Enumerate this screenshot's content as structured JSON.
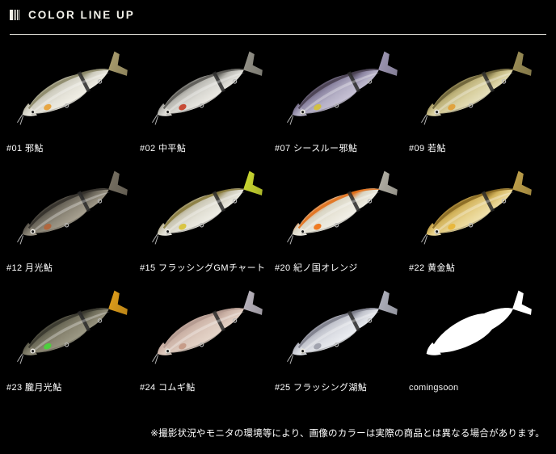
{
  "header": {
    "title": "COLOR LINE UP",
    "icon": "bars-icon",
    "divider_color": "#e9e8e0"
  },
  "background_color": "#000000",
  "products": [
    {
      "code": "#01",
      "label": "#01 邪鮎",
      "body_top": "#8d8a6a",
      "body_mid": "#cfcdc0",
      "body_low": "#e4e2d8",
      "belly": "#f1efe6",
      "tail": "#b0a372",
      "accent": "#e7a23a",
      "translucent": false
    },
    {
      "code": "#02",
      "label": "#02 中平鮎",
      "body_top": "#5b5a55",
      "body_mid": "#b9b8b2",
      "body_low": "#d9d8d2",
      "belly": "#eceae4",
      "tail": "#9a988e",
      "accent": "#c6452e",
      "translucent": false
    },
    {
      "code": "#07",
      "label": "#07 シースルー邪鮎",
      "body_top": "#4a4152",
      "body_mid": "#8c85a2",
      "body_low": "#b3aec4",
      "belly": "#c8c3d6",
      "tail": "#a39cba",
      "accent": "#d3c13c",
      "translucent": true
    },
    {
      "code": "#09",
      "label": "#09 若鮎",
      "body_top": "#6d6338",
      "body_mid": "#bdb179",
      "body_low": "#d8cf9f",
      "belly": "#e6e0bd",
      "tail": "#a2945a",
      "accent": "#e0a03a",
      "translucent": false
    },
    {
      "code": "#12",
      "label": "#12 月光鮎",
      "body_top": "#35322c",
      "body_mid": "#6a655a",
      "body_low": "#8e8879",
      "belly": "#a9a292",
      "tail": "#7b7466",
      "accent": "#b3643a",
      "translucent": false
    },
    {
      "code": "#15",
      "label": "#15 フラッシングGMチャート",
      "body_top": "#8a7c3f",
      "body_mid": "#c9c5b2",
      "body_low": "#e1dfd4",
      "belly": "#efeee6",
      "tail": "#d4e233",
      "accent": "#d8c33c",
      "translucent": false
    },
    {
      "code": "#20",
      "label": "#20 紀ノ国オレンジ",
      "body_top": "#e2711c",
      "body_mid": "#d9d5c4",
      "body_low": "#e8e5d8",
      "belly": "#f2f0e8",
      "tail": "#b9b6ab",
      "accent": "#ef7518",
      "translucent": false
    },
    {
      "code": "#22",
      "label": "#22 黄金鮎",
      "body_top": "#8a6a24",
      "body_mid": "#d3b45c",
      "body_low": "#e6d08a",
      "belly": "#f0e2ae",
      "tail": "#c8a84e",
      "accent": "#e8b63a",
      "translucent": false
    },
    {
      "code": "#23",
      "label": "#23 朧月光鮎",
      "body_top": "#3b3a30",
      "body_mid": "#6c6a58",
      "body_low": "#8a8672",
      "belly": "#9d9a86",
      "tail": "#e8a41c",
      "accent": "#4ad43a",
      "translucent": false
    },
    {
      "code": "#24",
      "label": "#24 コムギ鮎",
      "body_top": "#b49a90",
      "body_mid": "#cdb4a8",
      "body_low": "#dcc8bc",
      "belly": "#e6d6ca",
      "tail": "#c2bcc6",
      "accent": "#c59a86",
      "translucent": true
    },
    {
      "code": "#25",
      "label": "#25 フラッシング湖鮎",
      "body_top": "#7e7f8c",
      "body_mid": "#c2c4cd",
      "body_low": "#dcdee4",
      "belly": "#eceef2",
      "tail": "#b6b8c4",
      "accent": "#9ea0ac",
      "translucent": false
    },
    {
      "code": "comingsoon",
      "label": "comingsoon",
      "body_top": "#ffffff",
      "body_mid": "#ffffff",
      "body_low": "#ffffff",
      "belly": "#ffffff",
      "tail": "#ffffff",
      "accent": "#ffffff",
      "translucent": false,
      "silhouette": true
    }
  ],
  "footer": {
    "note": "※撮影状況やモニタの環境等により、画像のカラーは実際の商品とは異なる場合があります。"
  }
}
